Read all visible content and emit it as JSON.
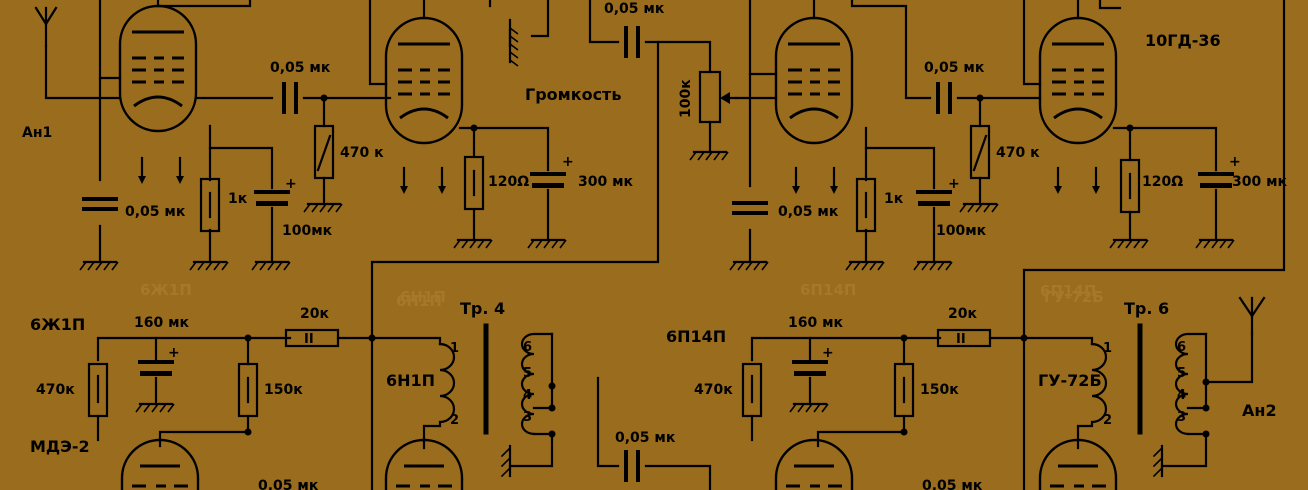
{
  "colors": {
    "background": "#9a6c1d",
    "ink": "#000000",
    "faded_label": "#a8782a"
  },
  "labels": {
    "antenna1": "Ан1",
    "antenna2": "Ан2",
    "volume": "Громкость",
    "speaker": "10ГД-36",
    "tube_6zh1p": "6Ж1П",
    "mic": "МДЭ-2",
    "tube_6n1p": "6Н1П",
    "tube_6p14p": "6П14П",
    "tube_gu72b": "ГУ-72Б",
    "tr4": "Тр. 4",
    "tr6": "Тр. 6",
    "faded_1": "6Ж1П",
    "faded_2": "6Н1П",
    "faded_3": "6П14П",
    "faded_4": "ГУ-72Б",
    "faded_5": "6Н1П",
    "faded_6": "6П14П"
  },
  "components": {
    "c_0_05_a": "0,05 мк",
    "c_0_05_b": "0,05 мк",
    "c_0_05_c": "0,05 мк",
    "c_0_05_d": "0,05 мк",
    "c_0_05_e": "0,05 мк",
    "c_0_05_f": "0,05 мк",
    "c_0_05_g": "0,05 мк",
    "c_0_05_h": "0,05 мк",
    "r_470k_a": "470 к",
    "r_470k_b": "470 к",
    "r_1k_a": "1к",
    "r_1k_b": "1к",
    "c_100_a": "100мк",
    "c_100_b": "100мк",
    "r_120_a": "120Ω",
    "r_120_b": "120Ω",
    "c_300_a": "300 мк",
    "c_300_b": "300 мк",
    "pot_100k": "100к",
    "c_160_a": "160 мк",
    "c_160_b": "160 мк",
    "r_20k_a": "20к",
    "r_20k_b": "20к",
    "r_470k_c": "470к",
    "r_470k_d": "470к",
    "r_150k_a": "150к",
    "r_150k_b": "150к"
  },
  "pins": {
    "tr4": [
      "1",
      "2",
      "6",
      "5",
      "4",
      "3"
    ],
    "tr6": [
      "1",
      "2",
      "6",
      "5",
      "4",
      "3"
    ]
  },
  "symbols": {
    "plus": "+",
    "resistor_mark": "II"
  }
}
